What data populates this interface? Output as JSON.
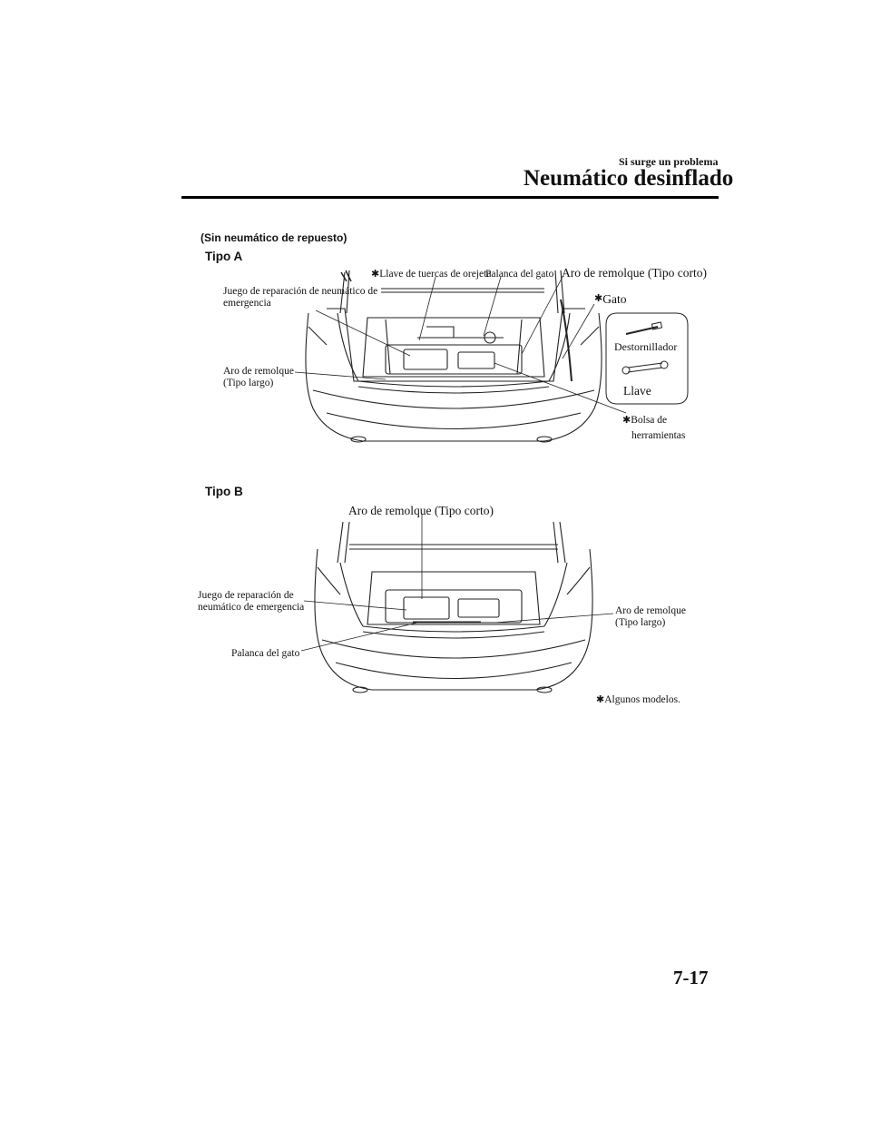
{
  "header": {
    "section": "Si surge un problema",
    "title": "Neumático desinflado",
    "page_number": "7-17"
  },
  "subtitle": "(Sin neumático de repuesto)",
  "figure_a": {
    "label": "Tipo A",
    "callouts": {
      "lug_wrench": "Llave de tuercas de orejeta",
      "jack_lever": "Palanca del gato",
      "tow_short": "Aro de remolque (Tipo corto)",
      "repair_kit_1": "Juego de reparación de neumático de",
      "repair_kit_2": "emergencia",
      "jack": "Gato",
      "screwdriver": "Destornillador",
      "wrench": "Llave",
      "tow_long_1": "Aro de remolque",
      "tow_long_2": "(Tipo largo)",
      "tool_bag_1": "Bolsa de",
      "tool_bag_2": "herramientas"
    },
    "asterisk": "✱"
  },
  "figure_b": {
    "label": "Tipo B",
    "callouts": {
      "tow_short": "Aro de remolque (Tipo corto)",
      "repair_kit_1": "Juego de reparación de",
      "repair_kit_2": "neumático de emergencia",
      "tow_long_1": "Aro de remolque",
      "tow_long_2": "(Tipo largo)",
      "jack_lever": "Palanca del gato"
    },
    "footnote": "Algunos modelos."
  }
}
